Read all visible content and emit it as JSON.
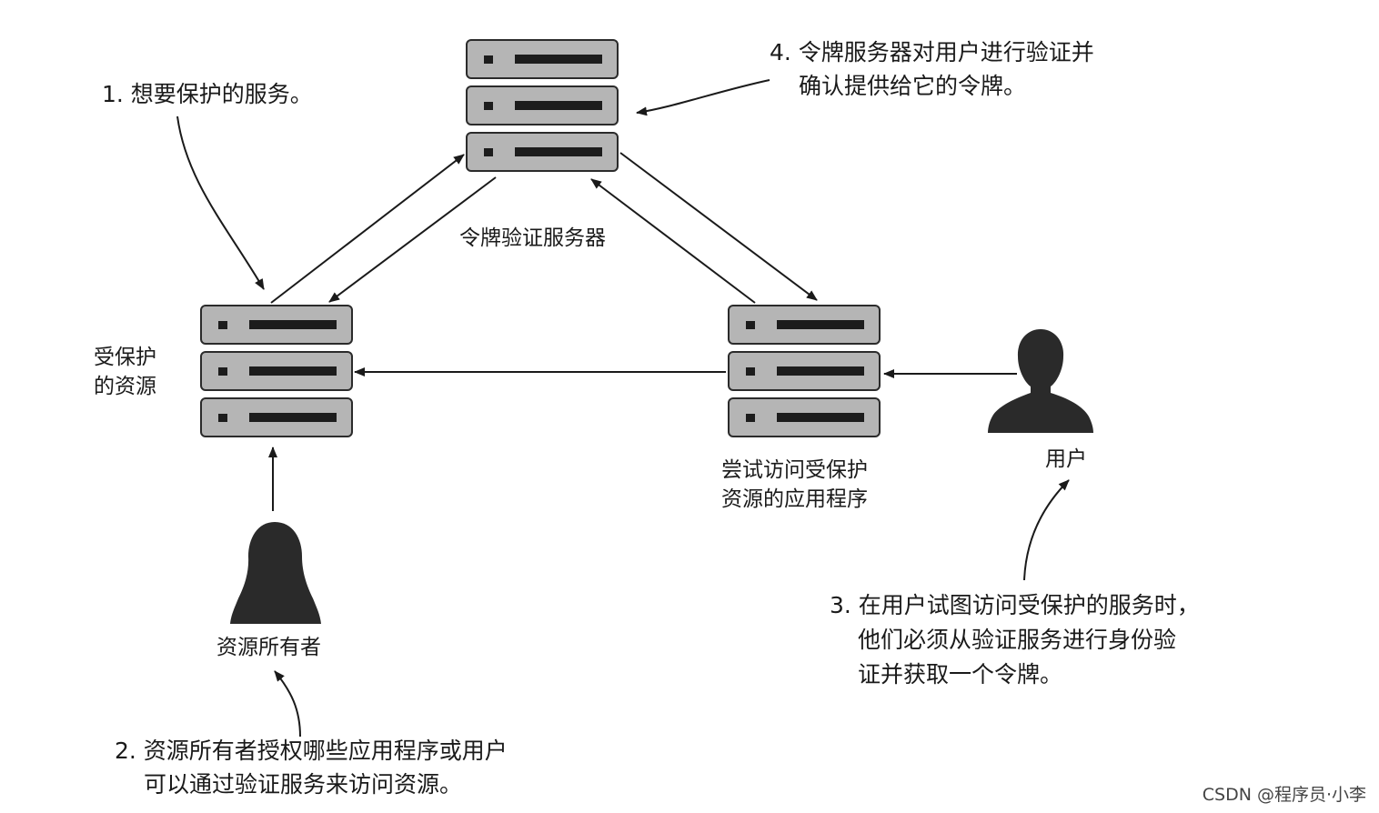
{
  "labels": {
    "protected_resource_line1": "受保护",
    "protected_resource_line2": "的资源",
    "token_server": "令牌验证服务器",
    "client_app_line1": "尝试访问受保护",
    "client_app_line2": "资源的应用程序",
    "user": "用户",
    "resource_owner": "资源所有者"
  },
  "notes": {
    "note1": "1. 想要保护的服务。",
    "note2_line1": "2. 资源所有者授权哪些应用程序或用户",
    "note2_line2": "可以通过验证服务来访问资源。",
    "note3_line1": "3. 在用户试图访问受保护的服务时，",
    "note3_line2": "他们必须从验证服务进行身份验",
    "note3_line3": "证并获取一个令牌。",
    "note4_line1": "4. 令牌服务器对用户进行验证并",
    "note4_line2": "确认提供给它的令牌。"
  },
  "watermark": "CSDN @程序员·小李",
  "colors": {
    "server_fill": "#b5b5b5",
    "server_border": "#2b2b2b",
    "ink": "#1a1a1a",
    "person_fill": "#2a2a2a"
  },
  "icons": [
    "server-rack-icon",
    "person-icon",
    "arrow-icon"
  ]
}
